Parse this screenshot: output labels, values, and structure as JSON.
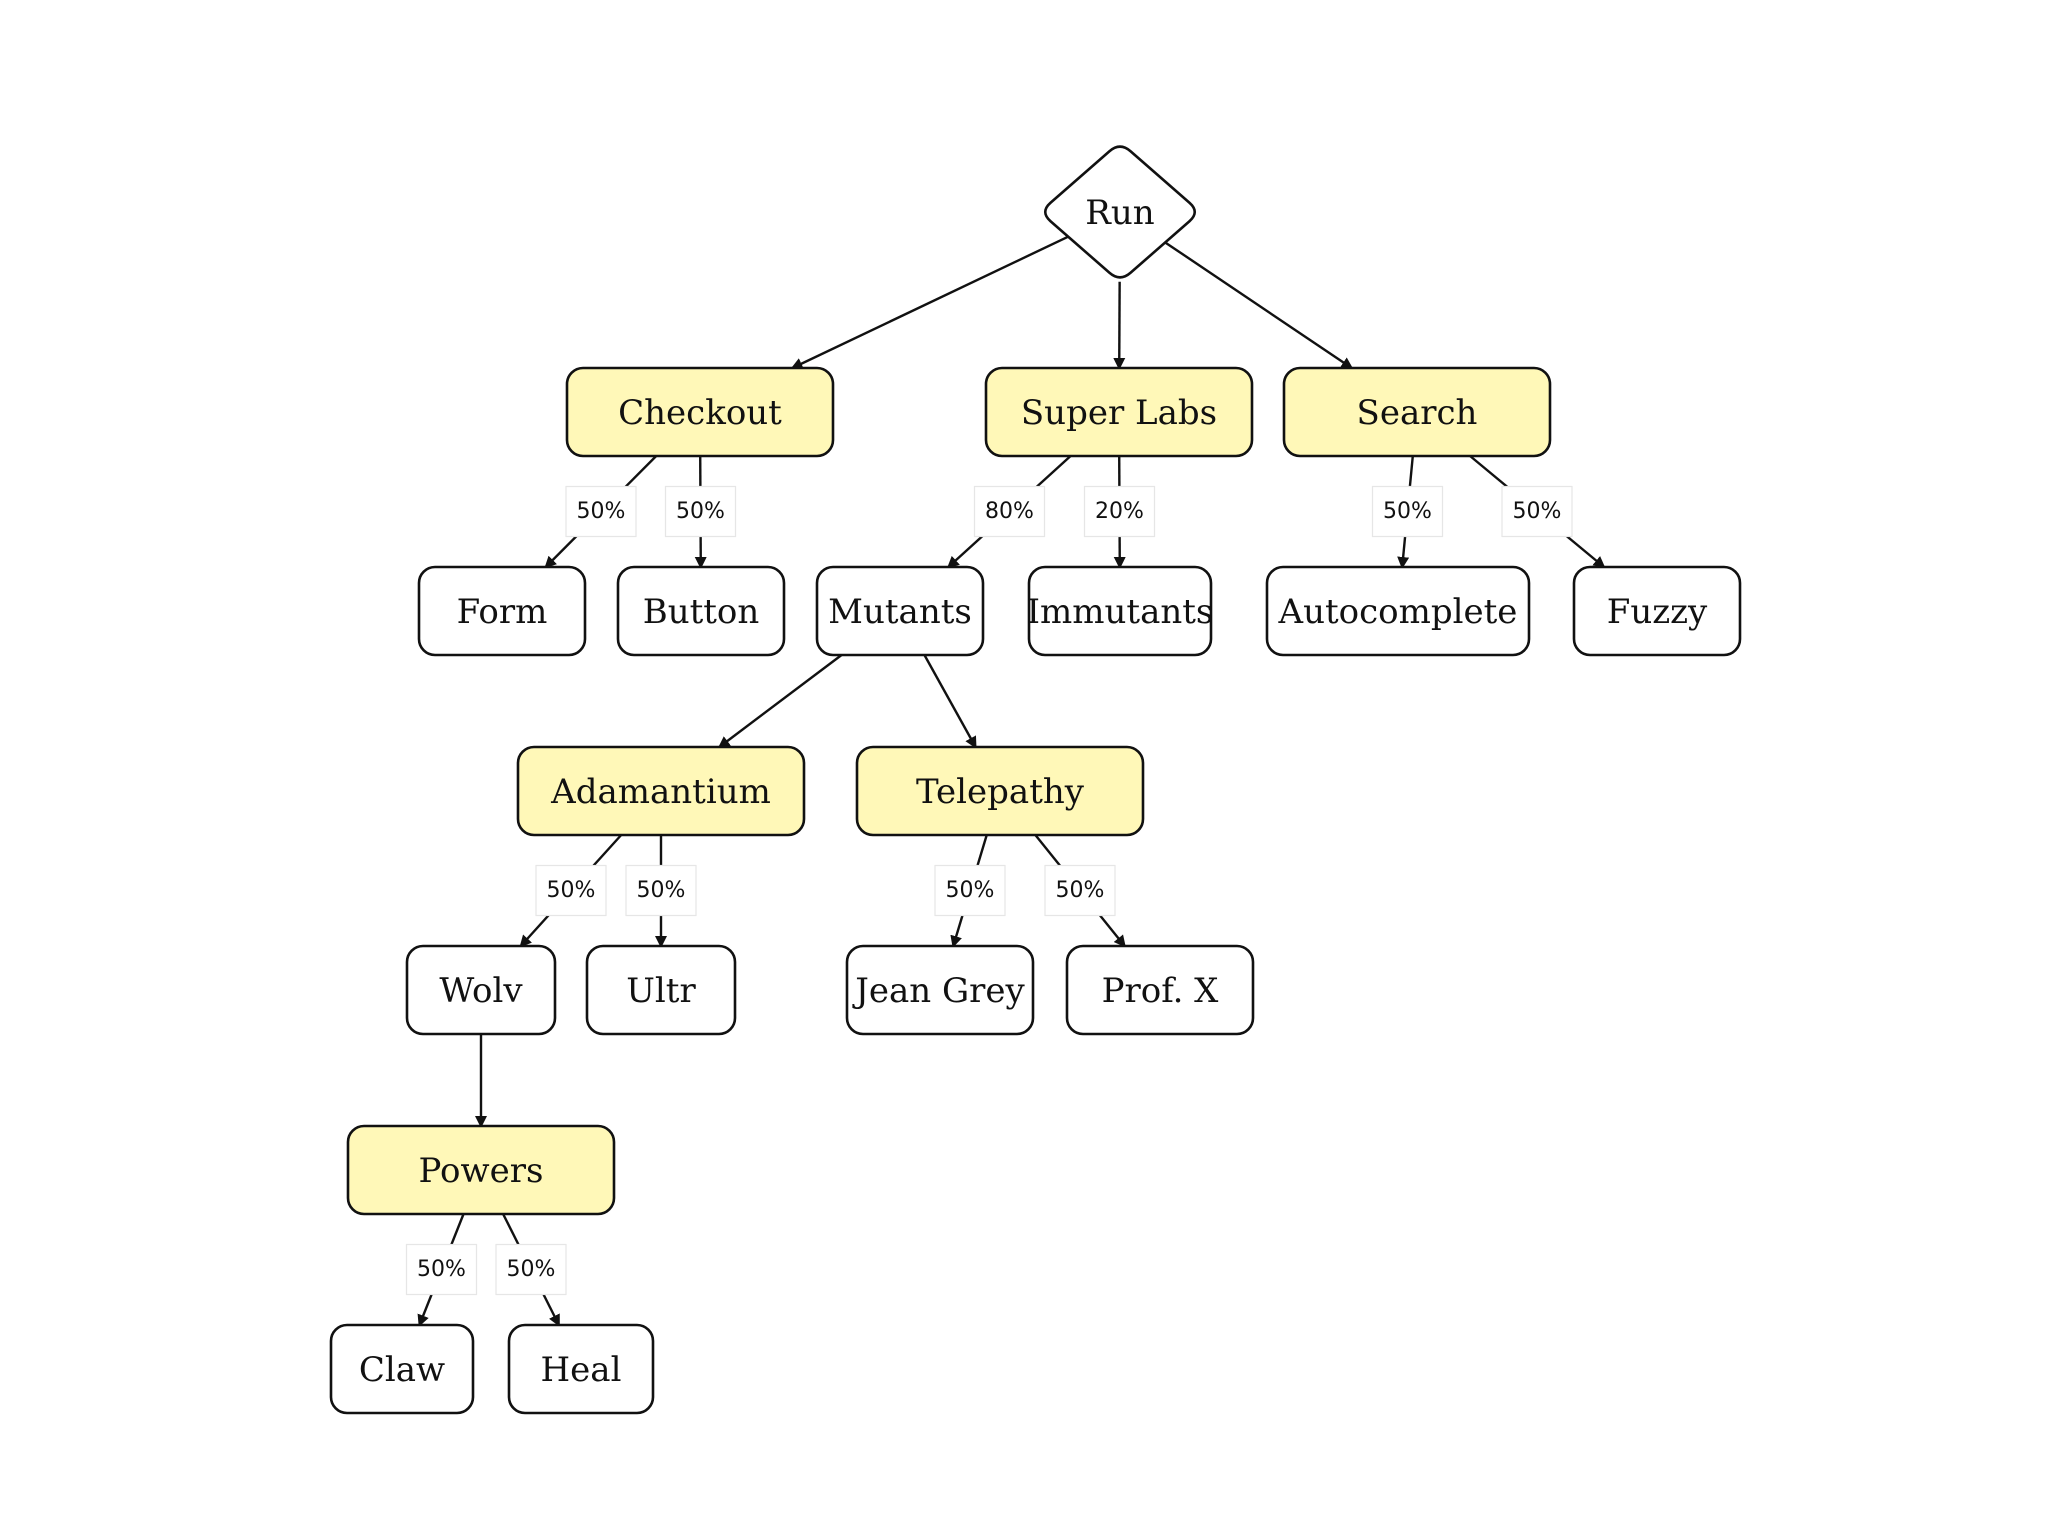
{
  "diagram": {
    "colors": {
      "group_fill": "#fff8b8",
      "leaf_fill": "#ffffff",
      "decision_fill": "#ffffff",
      "stroke": "#111111"
    },
    "nodes": [
      {
        "id": "run",
        "label": "Run",
        "kind": "decision"
      },
      {
        "id": "checkout",
        "label": "Checkout",
        "kind": "group"
      },
      {
        "id": "superlabs",
        "label": "Super Labs",
        "kind": "group"
      },
      {
        "id": "search",
        "label": "Search",
        "kind": "group"
      },
      {
        "id": "form",
        "label": "Form",
        "kind": "leaf"
      },
      {
        "id": "button",
        "label": "Button",
        "kind": "leaf"
      },
      {
        "id": "mutants",
        "label": "Mutants",
        "kind": "leaf"
      },
      {
        "id": "immutants",
        "label": "Immutants",
        "kind": "leaf"
      },
      {
        "id": "autocomplete",
        "label": "Autocomplete",
        "kind": "leaf"
      },
      {
        "id": "fuzzy",
        "label": "Fuzzy",
        "kind": "leaf"
      },
      {
        "id": "adamantium",
        "label": "Adamantium",
        "kind": "group"
      },
      {
        "id": "telepathy",
        "label": "Telepathy",
        "kind": "group"
      },
      {
        "id": "wolv",
        "label": "Wolv",
        "kind": "leaf"
      },
      {
        "id": "ultr",
        "label": "Ultr",
        "kind": "leaf"
      },
      {
        "id": "jeangrey",
        "label": "Jean Grey",
        "kind": "leaf"
      },
      {
        "id": "profx",
        "label": "Prof. X",
        "kind": "leaf"
      },
      {
        "id": "powers",
        "label": "Powers",
        "kind": "group"
      },
      {
        "id": "claw",
        "label": "Claw",
        "kind": "leaf"
      },
      {
        "id": "heal",
        "label": "Heal",
        "kind": "leaf"
      }
    ],
    "edges": [
      {
        "from": "run",
        "to": "checkout",
        "label": ""
      },
      {
        "from": "run",
        "to": "superlabs",
        "label": ""
      },
      {
        "from": "run",
        "to": "search",
        "label": ""
      },
      {
        "from": "checkout",
        "to": "form",
        "label": "50%"
      },
      {
        "from": "checkout",
        "to": "button",
        "label": "50%"
      },
      {
        "from": "superlabs",
        "to": "mutants",
        "label": "80%"
      },
      {
        "from": "superlabs",
        "to": "immutants",
        "label": "20%"
      },
      {
        "from": "search",
        "to": "autocomplete",
        "label": "50%"
      },
      {
        "from": "search",
        "to": "fuzzy",
        "label": "50%"
      },
      {
        "from": "mutants",
        "to": "adamantium",
        "label": ""
      },
      {
        "from": "mutants",
        "to": "telepathy",
        "label": ""
      },
      {
        "from": "adamantium",
        "to": "wolv",
        "label": "50%"
      },
      {
        "from": "adamantium",
        "to": "ultr",
        "label": "50%"
      },
      {
        "from": "telepathy",
        "to": "jeangrey",
        "label": "50%"
      },
      {
        "from": "telepathy",
        "to": "profx",
        "label": "50%"
      },
      {
        "from": "wolv",
        "to": "powers",
        "label": ""
      },
      {
        "from": "powers",
        "to": "claw",
        "label": "50%"
      },
      {
        "from": "powers",
        "to": "heal",
        "label": "50%"
      }
    ]
  }
}
